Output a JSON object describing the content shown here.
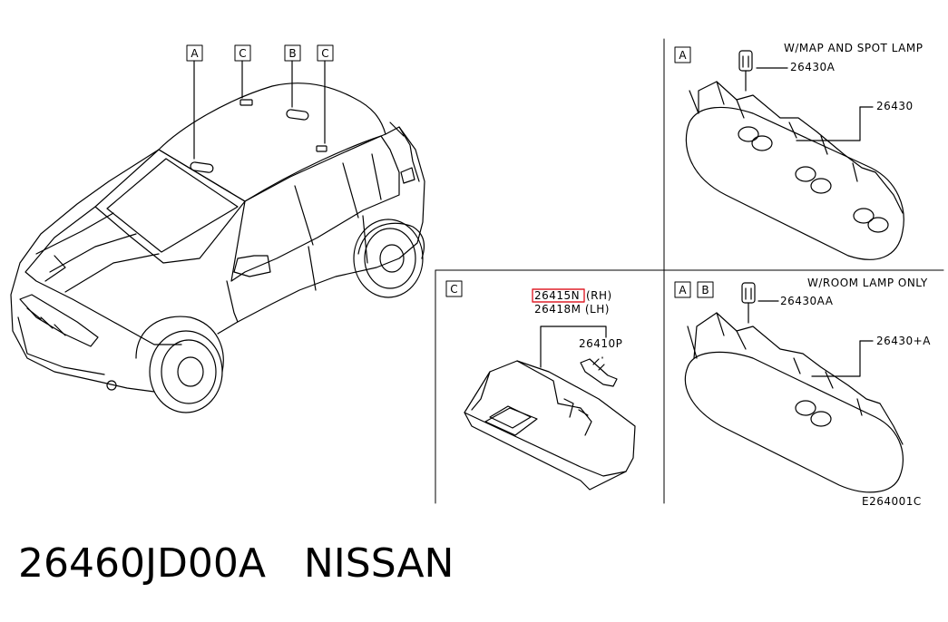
{
  "callouts": {
    "car": [
      "A",
      "C",
      "B",
      "C"
    ],
    "panel_a": "A",
    "panel_c": "C",
    "panel_ab": [
      "A",
      "B"
    ]
  },
  "panel_a": {
    "title": "W/MAP AND SPOT LAMP",
    "part_1": "26430A",
    "part_2": "26430"
  },
  "panel_c": {
    "part_rh": "26415N",
    "part_rh_suffix": "(RH)",
    "part_lh": "26418M (LH)",
    "part_bulb": "26410P"
  },
  "panel_ab": {
    "title": "W/ROOM LAMP ONLY",
    "part_1": "26430AA",
    "part_2": "26430+A"
  },
  "diagram_code": "E264001C",
  "footer": {
    "part_number": "26460JD00A",
    "brand": "NISSAN",
    "text": "26460JD00A   NISSAN"
  },
  "highlight_color": "#e0202a"
}
